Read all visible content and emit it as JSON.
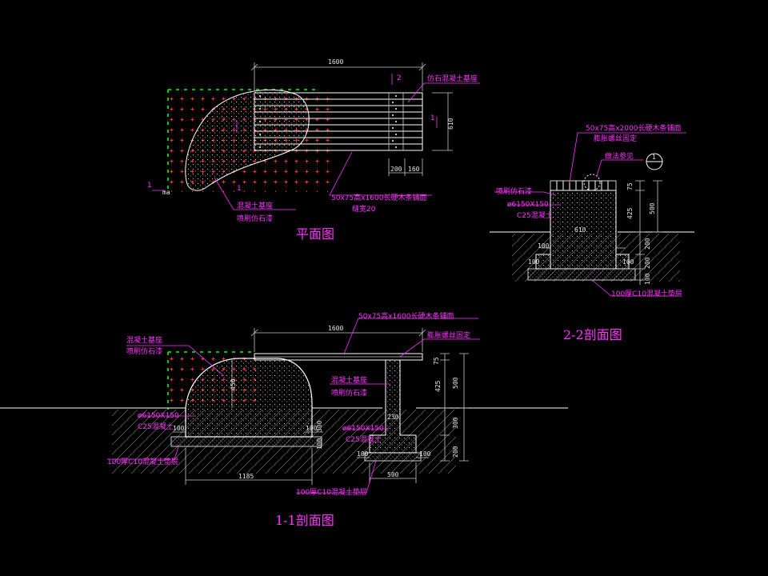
{
  "colors": {
    "background": "#000000",
    "text_magenta": "#ff33ff",
    "line_white": "#ffffff",
    "ground_green": "#00ff00",
    "hatch_red": "#ff3333",
    "fill_grey": "#aaaaaa"
  },
  "plan": {
    "title": "平面图",
    "dim_total": "1600",
    "dim_200": "200",
    "dim_160": "160",
    "dim_610": "610",
    "section_mark_1": "1",
    "section_mark_2": "2",
    "label_top": "仿石混凝土基座",
    "label_seat": "50x75高x1600长硬木条铺面",
    "label_gap": "缝宽20",
    "label_base1": "混凝土基座",
    "label_base2": "喷刷仿石漆",
    "small_label": "ma"
  },
  "section22": {
    "title": "2-2剖面图",
    "label_seat": "50x75高x2000长硬木条铺面",
    "label_bolt": "膨胀螺丝固定",
    "label_detail": "做法参见",
    "detail_mark": "1",
    "label_paint": "喷刷仿石漆",
    "label_rebar": "ø6150X150",
    "label_concrete": "C25混凝土",
    "label_bed": "100厚C10混凝土垫层",
    "dim_610": "610",
    "dim_100a": "100",
    "dim_100b": "100",
    "dim_75": "75",
    "dim_425": "425",
    "dim_500": "500",
    "dim_200a": "200",
    "dim_200b": "200",
    "dim_100c": "100"
  },
  "section11": {
    "title": "1-1剖面图",
    "dim_total": "1600",
    "label_seat": "50x75高x1600长硬木条铺面",
    "label_bolt": "膨胀螺丝固定",
    "label_base1": "混凝土基座",
    "label_base2": "喷刷仿石漆",
    "label_base3": "混凝土基座",
    "label_base4": "喷刷仿石漆",
    "label_rebar_l": "ø6150X150",
    "label_conc_l": "C25混凝土",
    "label_rebar_r": "ø6150X150",
    "label_conc_r": "C25混凝土",
    "label_bed_l": "100厚C10混凝土垫层",
    "label_bed_r": "100厚C10混凝土垫层",
    "dim_450": "450",
    "dim_300a": "300",
    "dim_100a": "100",
    "dim_100b": "100",
    "dim_230": "230",
    "dim_100c": "100",
    "dim_100d": "100",
    "dim_1185": "1185",
    "dim_500b": "500",
    "dim_75": "75",
    "dim_425": "425",
    "dim_500": "500",
    "dim_300": "300",
    "dim_200": "200"
  }
}
